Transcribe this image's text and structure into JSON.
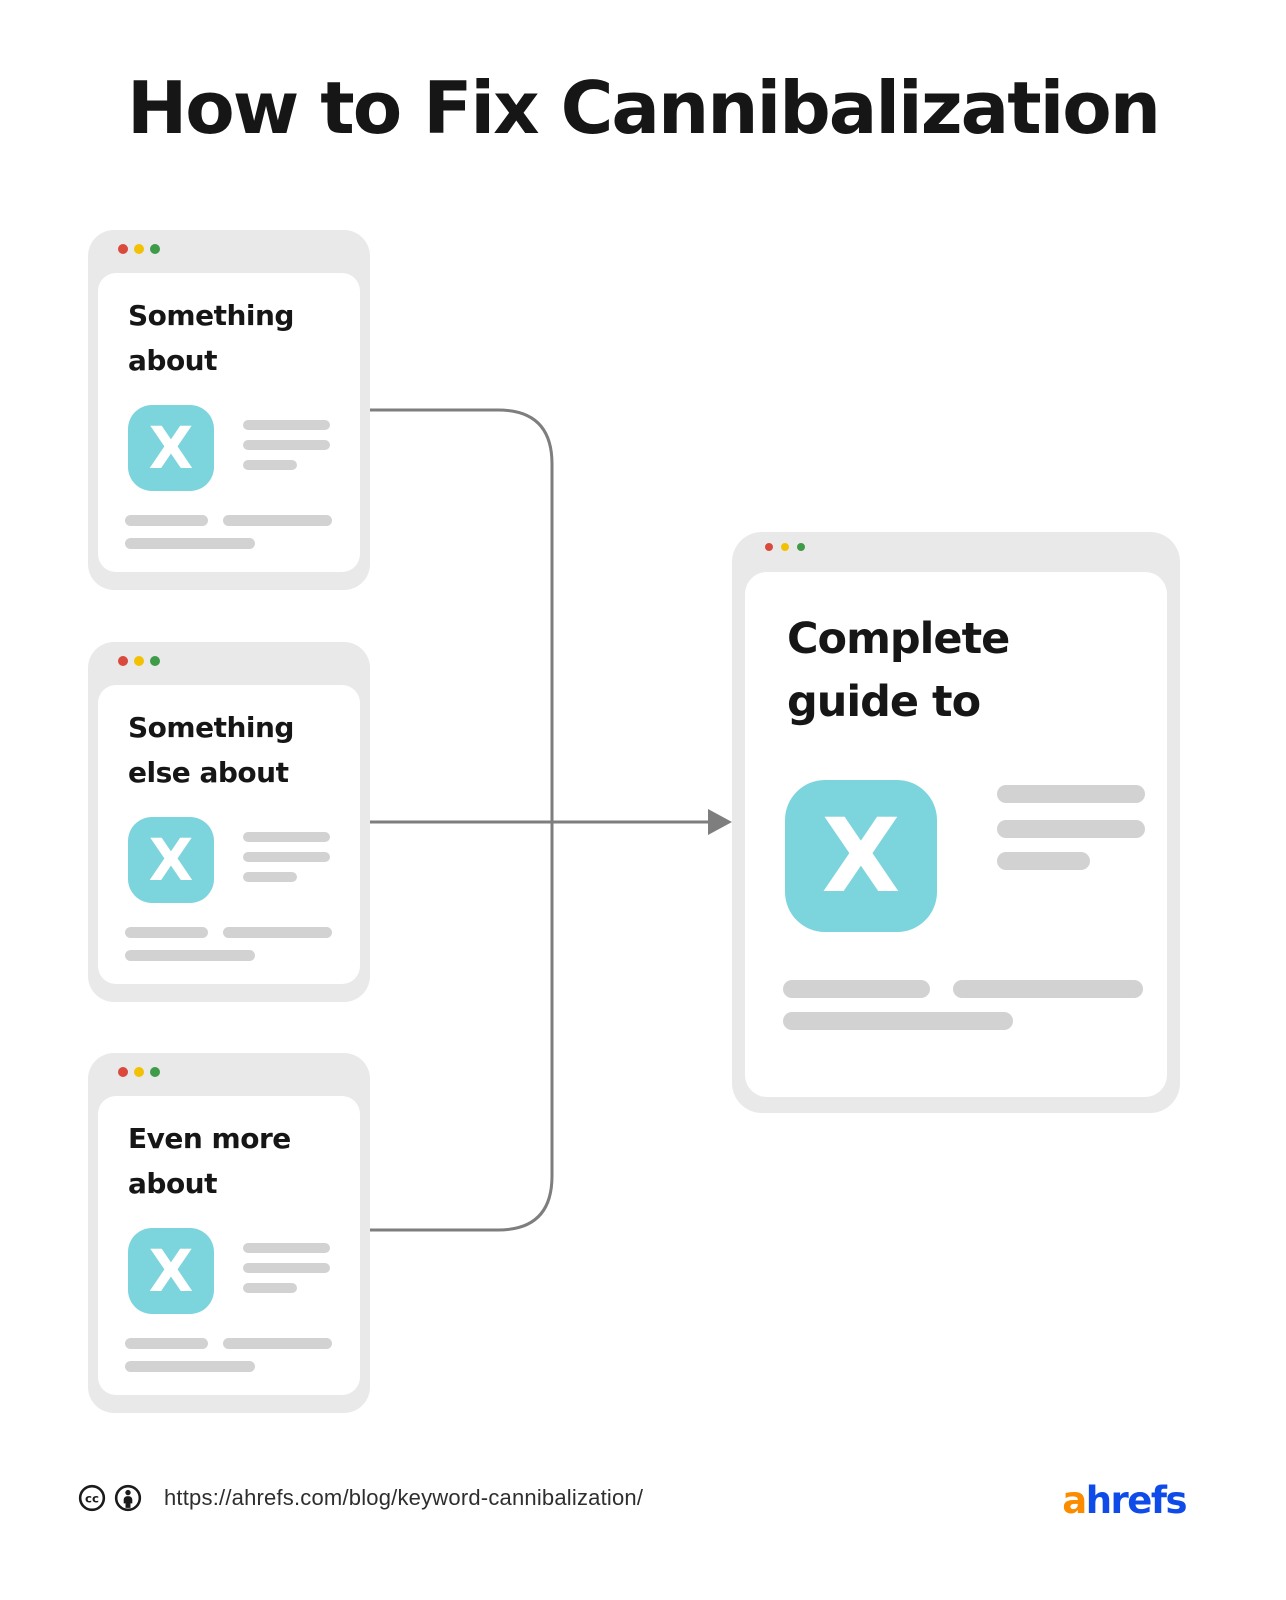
{
  "title": "How to Fix Cannibalization",
  "source_pages": [
    {
      "label": "Something\nabout",
      "icon_letter": "X"
    },
    {
      "label": "Something\nelse about",
      "icon_letter": "X"
    },
    {
      "label": "Even more\nabout",
      "icon_letter": "X"
    }
  ],
  "result_page": {
    "label": "Complete\nguide to",
    "icon_letter": "X"
  },
  "footer": {
    "license_icons": [
      "cc-icon",
      "attribution-icon"
    ],
    "url": "https://ahrefs.com/blog/keyword-cannibalization/",
    "logo_first_letter": "a",
    "logo_rest": "hrefs"
  },
  "colors": {
    "teal": "#7CD4DD",
    "frame": "#EAE9E9",
    "bar": "#D2D2D2",
    "connector": "#7E7E7E",
    "ink": "#161616",
    "dot_red": "#D94A3D",
    "dot_yellow": "#F2C103",
    "dot_green": "#3E9B48",
    "logo_orange": "#FB8C00",
    "logo_blue": "#0E4BE8",
    "url_ink": "#2E2E2E"
  }
}
